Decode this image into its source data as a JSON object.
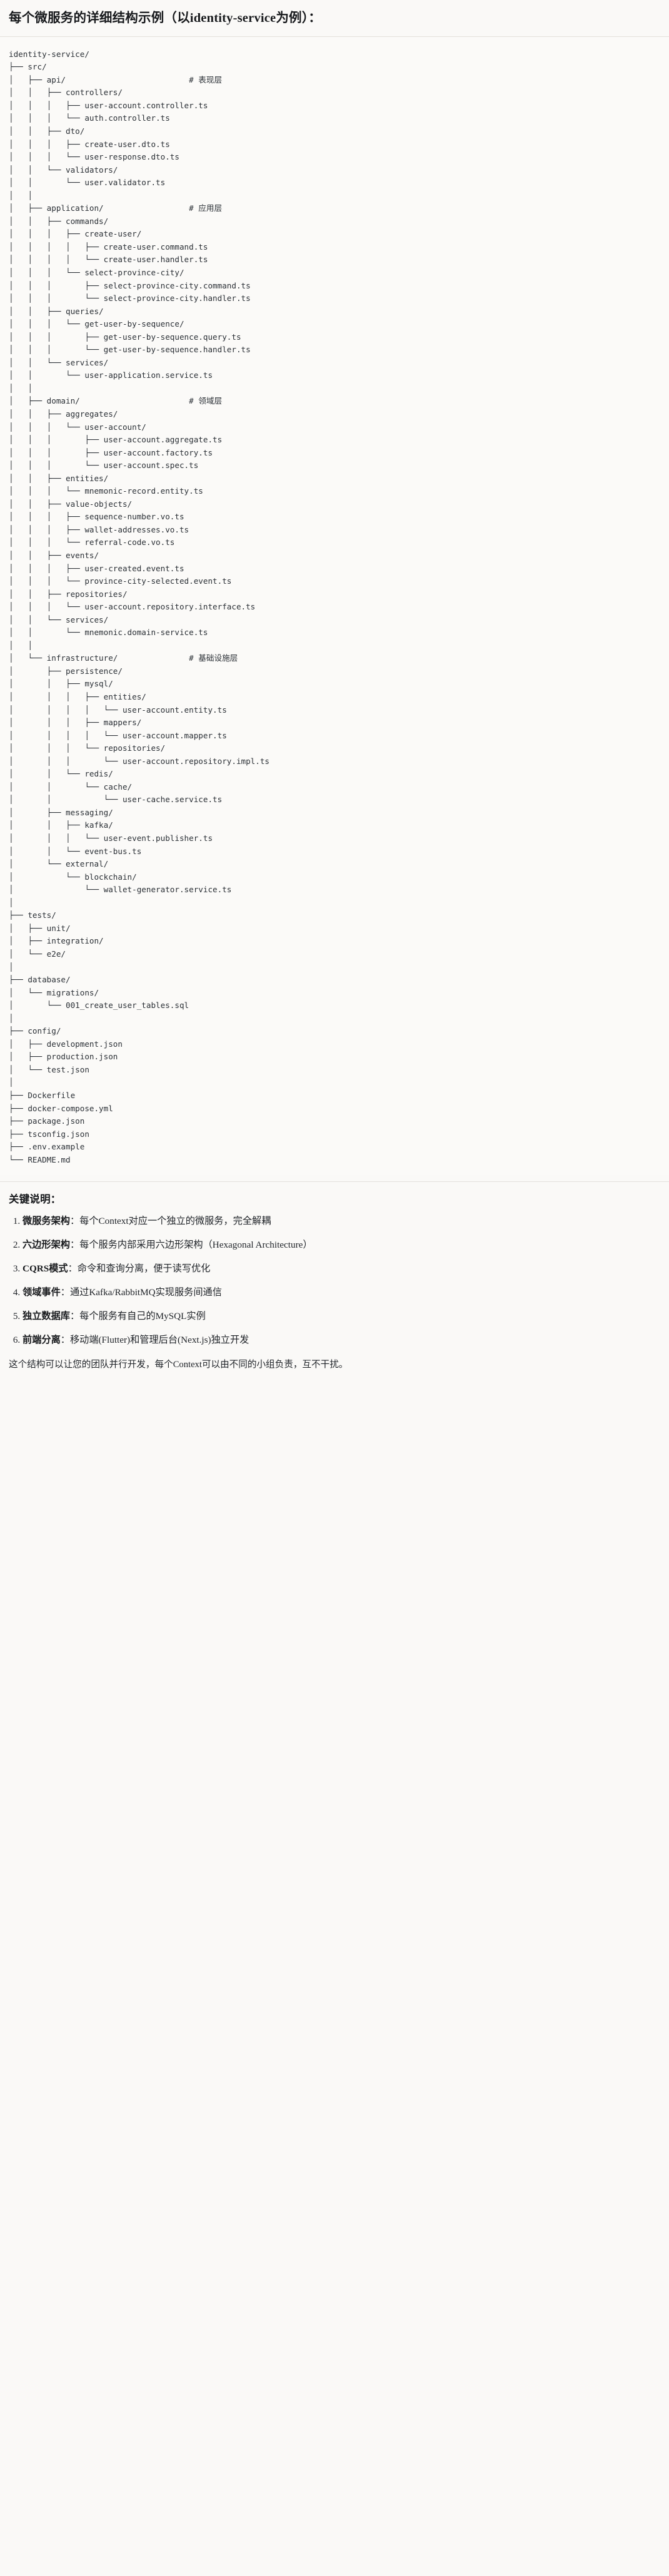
{
  "header": {
    "title": "每个微服务的详细结构示例（以identity-service为例）："
  },
  "tree": {
    "root": "identity-service/",
    "text": "identity-service/\n├── src/\n│   ├── api/                          # 表现层\n│   │   ├── controllers/\n│   │   │   ├── user-account.controller.ts\n│   │   │   └── auth.controller.ts\n│   │   ├── dto/\n│   │   │   ├── create-user.dto.ts\n│   │   │   └── user-response.dto.ts\n│   │   └── validators/\n│   │       └── user.validator.ts\n│   │\n│   ├── application/                  # 应用层\n│   │   ├── commands/\n│   │   │   ├── create-user/\n│   │   │   │   ├── create-user.command.ts\n│   │   │   │   └── create-user.handler.ts\n│   │   │   └── select-province-city/\n│   │   │       ├── select-province-city.command.ts\n│   │   │       └── select-province-city.handler.ts\n│   │   ├── queries/\n│   │   │   └── get-user-by-sequence/\n│   │   │       ├── get-user-by-sequence.query.ts\n│   │   │       └── get-user-by-sequence.handler.ts\n│   │   └── services/\n│   │       └── user-application.service.ts\n│   │\n│   ├── domain/                       # 领域层\n│   │   ├── aggregates/\n│   │   │   └── user-account/\n│   │   │       ├── user-account.aggregate.ts\n│   │   │       ├── user-account.factory.ts\n│   │   │       └── user-account.spec.ts\n│   │   ├── entities/\n│   │   │   └── mnemonic-record.entity.ts\n│   │   ├── value-objects/\n│   │   │   ├── sequence-number.vo.ts\n│   │   │   ├── wallet-addresses.vo.ts\n│   │   │   └── referral-code.vo.ts\n│   │   ├── events/\n│   │   │   ├── user-created.event.ts\n│   │   │   └── province-city-selected.event.ts\n│   │   ├── repositories/\n│   │   │   └── user-account.repository.interface.ts\n│   │   └── services/\n│   │       └── mnemonic.domain-service.ts\n│   │\n│   └── infrastructure/               # 基础设施层\n│       ├── persistence/\n│       │   ├── mysql/\n│       │   │   ├── entities/\n│       │   │   │   └── user-account.entity.ts\n│       │   │   ├── mappers/\n│       │   │   │   └── user-account.mapper.ts\n│       │   │   └── repositories/\n│       │   │       └── user-account.repository.impl.ts\n│       │   └── redis/\n│       │       └── cache/\n│       │           └── user-cache.service.ts\n│       ├── messaging/\n│       │   ├── kafka/\n│       │   │   └── user-event.publisher.ts\n│       │   └── event-bus.ts\n│       └── external/\n│           └── blockchain/\n│               └── wallet-generator.service.ts\n│\n├── tests/\n│   ├── unit/\n│   ├── integration/\n│   └── e2e/\n│\n├── database/\n│   └── migrations/\n│       └── 001_create_user_tables.sql\n│\n├── config/\n│   ├── development.json\n│   ├── production.json\n│   └── test.json\n│\n├── Dockerfile\n├── docker-compose.yml\n├── package.json\n├── tsconfig.json\n├── .env.example\n└── README.md",
    "layer_comments": [
      "# 表现层",
      "# 应用层",
      "# 领域层",
      "# 基础设施层"
    ]
  },
  "notes": {
    "heading": "关键说明：",
    "points": [
      {
        "term": "微服务架构",
        "body": "：每个Context对应一个独立的微服务，完全解耦"
      },
      {
        "term": "六边形架构",
        "body": "：每个服务内部采用六边形架构（Hexagonal Architecture）"
      },
      {
        "term": "CQRS模式",
        "body": "：命令和查询分离，便于读写优化"
      },
      {
        "term": "领域事件",
        "body": "：通过Kafka/RabbitMQ实现服务间通信"
      },
      {
        "term": "独立数据库",
        "body": "：每个服务有自己的MySQL实例"
      },
      {
        "term": "前端分离",
        "body": "：移动端(Flutter)和管理后台(Next.js)独立开发"
      }
    ],
    "closing": "这个结构可以让您的团队并行开发，每个Context可以由不同的小组负责，互不干扰。"
  },
  "colors": {
    "page_bg": "#faf9f7",
    "code_bg": "#fbfaf8",
    "text": "#1f2328",
    "code_text": "#2b3036",
    "divider": "#e3e1dc"
  }
}
